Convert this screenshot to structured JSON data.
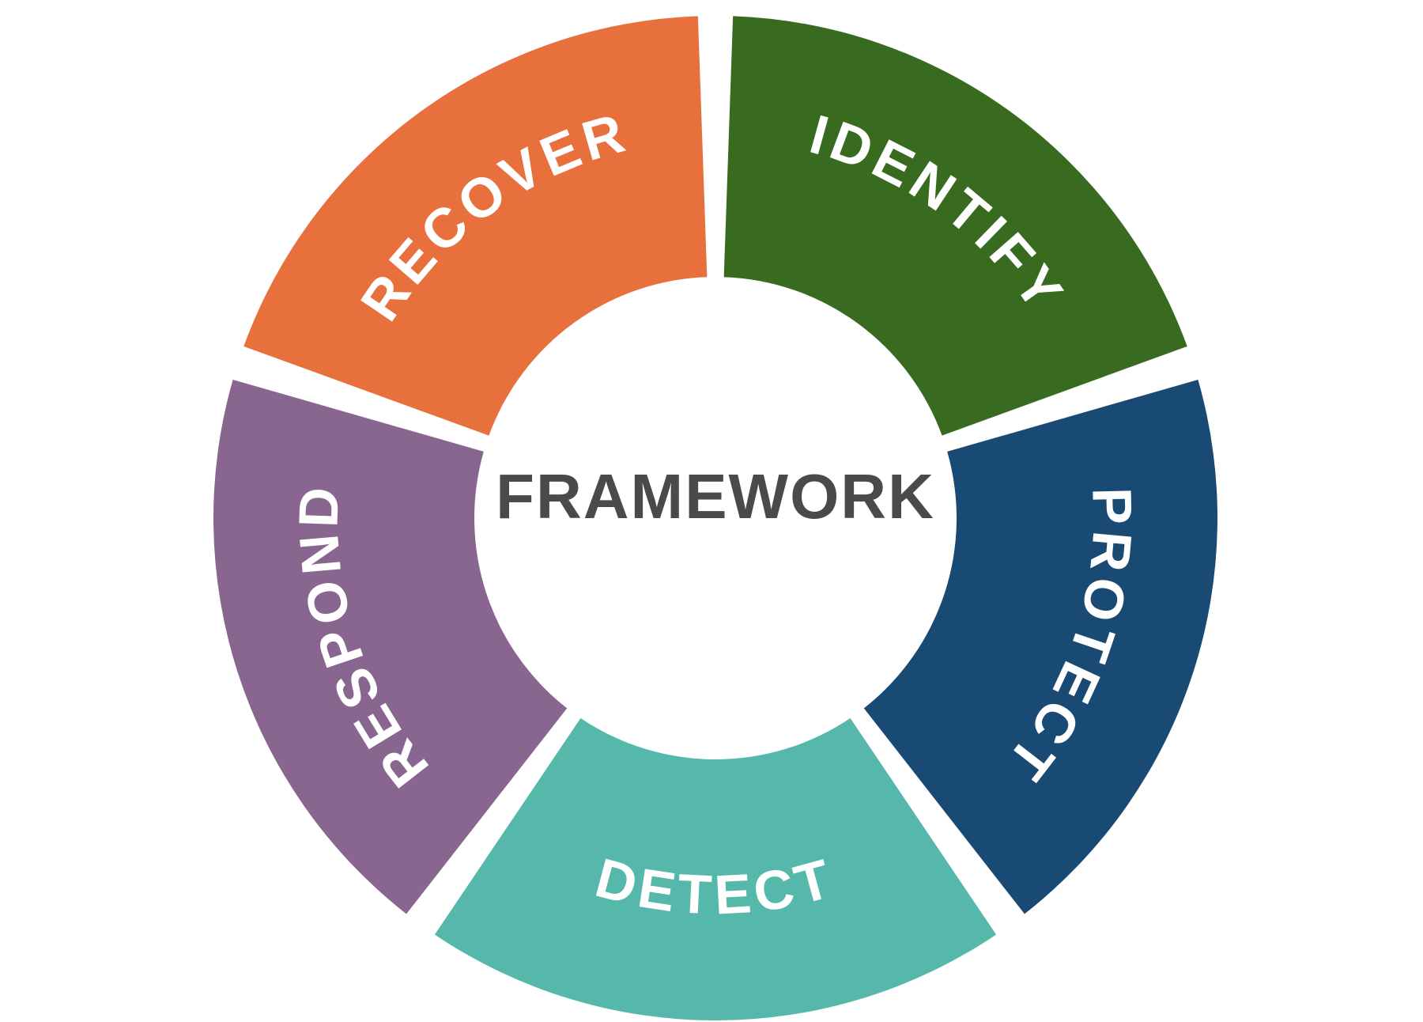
{
  "center": {
    "title": "FRAMEWORK"
  },
  "segments": [
    {
      "key": "identify",
      "label": "IDENTIFY",
      "color": "#386B20"
    },
    {
      "key": "protect",
      "label": "PROTECT",
      "color": "#184A74"
    },
    {
      "key": "detect",
      "label": "DETECT",
      "color": "#55B8AB"
    },
    {
      "key": "respond",
      "label": "RESPOND",
      "color": "#89668F"
    },
    {
      "key": "recover",
      "label": "RECOVER",
      "color": "#E8703D"
    }
  ]
}
